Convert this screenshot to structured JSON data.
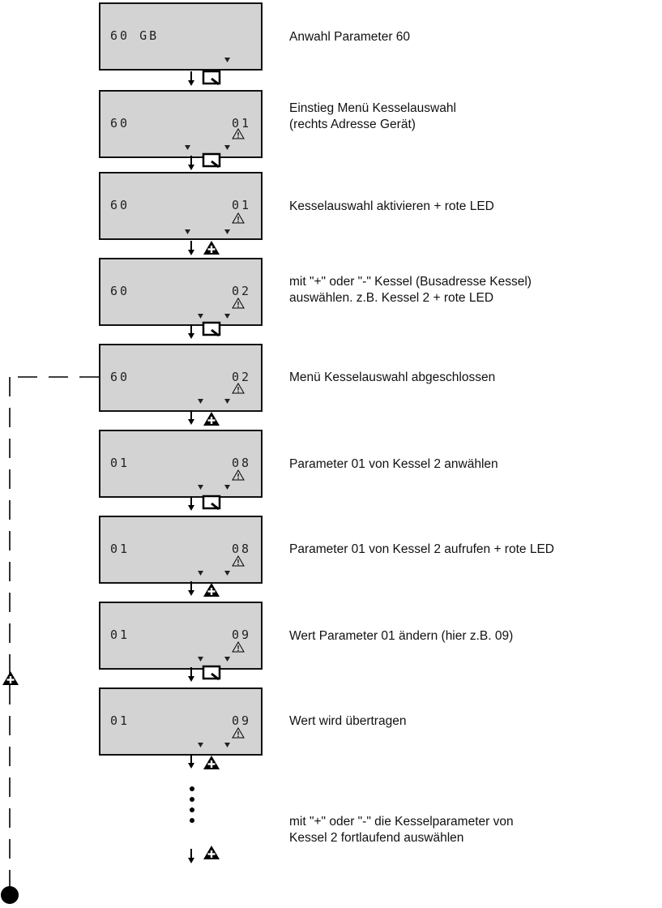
{
  "steps": [
    {
      "lcd_left": "60 GB",
      "lcd_right": "",
      "button": "q-key",
      "desc": [
        "Anwahl Parameter 60"
      ]
    },
    {
      "lcd_left": "60",
      "lcd_right": "01",
      "button": "q-key",
      "desc": [
        "Einstieg Menü Kesselauswahl",
        "(rechts  Adresse  Gerät)"
      ]
    },
    {
      "lcd_left": "60",
      "lcd_right": "01",
      "button": "plus-key",
      "desc": [
        "Kesselauswahl aktivieren + rote LED"
      ]
    },
    {
      "lcd_left": "60",
      "lcd_right": "02",
      "button": "q-key",
      "desc": [
        "mit \"+\" oder \"-\" Kessel (Busadresse Kessel)",
        "auswählen. z.B. Kessel 2 + rote LED"
      ]
    },
    {
      "lcd_left": "60",
      "lcd_right": "02",
      "button": "plus-key",
      "desc": [
        "Menü  Kesselauswahl  abgeschlossen"
      ]
    },
    {
      "lcd_left": "01",
      "lcd_right": "08",
      "button": "q-key",
      "desc": [
        "Parameter 01 von Kessel 2 anwählen"
      ]
    },
    {
      "lcd_left": "01",
      "lcd_right": "08",
      "button": "plus-key",
      "desc": [
        "Parameter 01 von Kessel 2 aufrufen + rote LED"
      ]
    },
    {
      "lcd_left": "01",
      "lcd_right": "09",
      "button": "q-key",
      "desc": [
        "Wert Parameter 01 ändern (hier z.B. 09)"
      ]
    },
    {
      "lcd_left": "01",
      "lcd_right": "09",
      "button": "plus-key",
      "desc": [
        "Wert  wird  übertragen"
      ]
    }
  ],
  "continuation": {
    "desc": [
      "mit \"+\" oder \"-\" die Kesselparameter von",
      "Kessel 2 fortlaufend auswählen"
    ],
    "button": "plus-key"
  },
  "loop": {
    "button": "plus-key"
  }
}
